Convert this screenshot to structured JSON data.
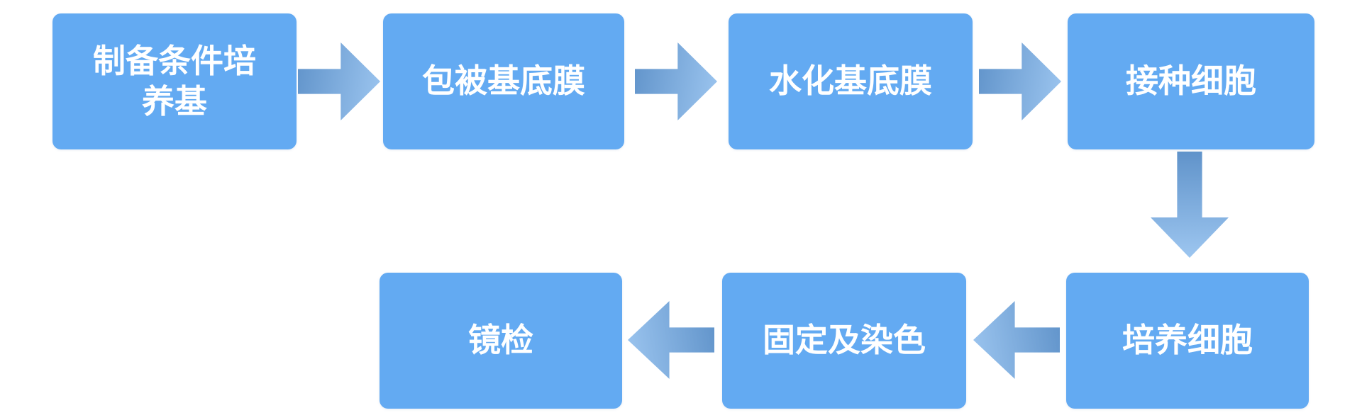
{
  "flowchart": {
    "colors": {
      "canvas_bg": "#ffffff",
      "box_fill": "#63aaf2",
      "text_color": "#ffffff",
      "arrow_gradient_start": "#6093ca",
      "arrow_gradient_end": "#9dc6f0"
    },
    "steps": [
      {
        "id": "prepare-conditioned-medium",
        "label": "制备条件培养基"
      },
      {
        "id": "coat-basement-membrane",
        "label": "包被基底膜"
      },
      {
        "id": "hydrate-basement-membrane",
        "label": "水化基底膜"
      },
      {
        "id": "seed-cells",
        "label": "接种细胞"
      },
      {
        "id": "culture-cells",
        "label": "培养细胞"
      },
      {
        "id": "fix-and-stain",
        "label": "固定及染色"
      },
      {
        "id": "microscopy",
        "label": "镜检"
      }
    ],
    "arrows": [
      {
        "from": "制备条件培养基",
        "to": "包被基底膜",
        "direction": "right"
      },
      {
        "from": "包被基底膜",
        "to": "水化基底膜",
        "direction": "right"
      },
      {
        "from": "水化基底膜",
        "to": "接种细胞",
        "direction": "right"
      },
      {
        "from": "接种细胞",
        "to": "培养细胞",
        "direction": "down"
      },
      {
        "from": "培养细胞",
        "to": "固定及染色",
        "direction": "left"
      },
      {
        "from": "固定及染色",
        "to": "镜检",
        "direction": "left"
      }
    ]
  }
}
